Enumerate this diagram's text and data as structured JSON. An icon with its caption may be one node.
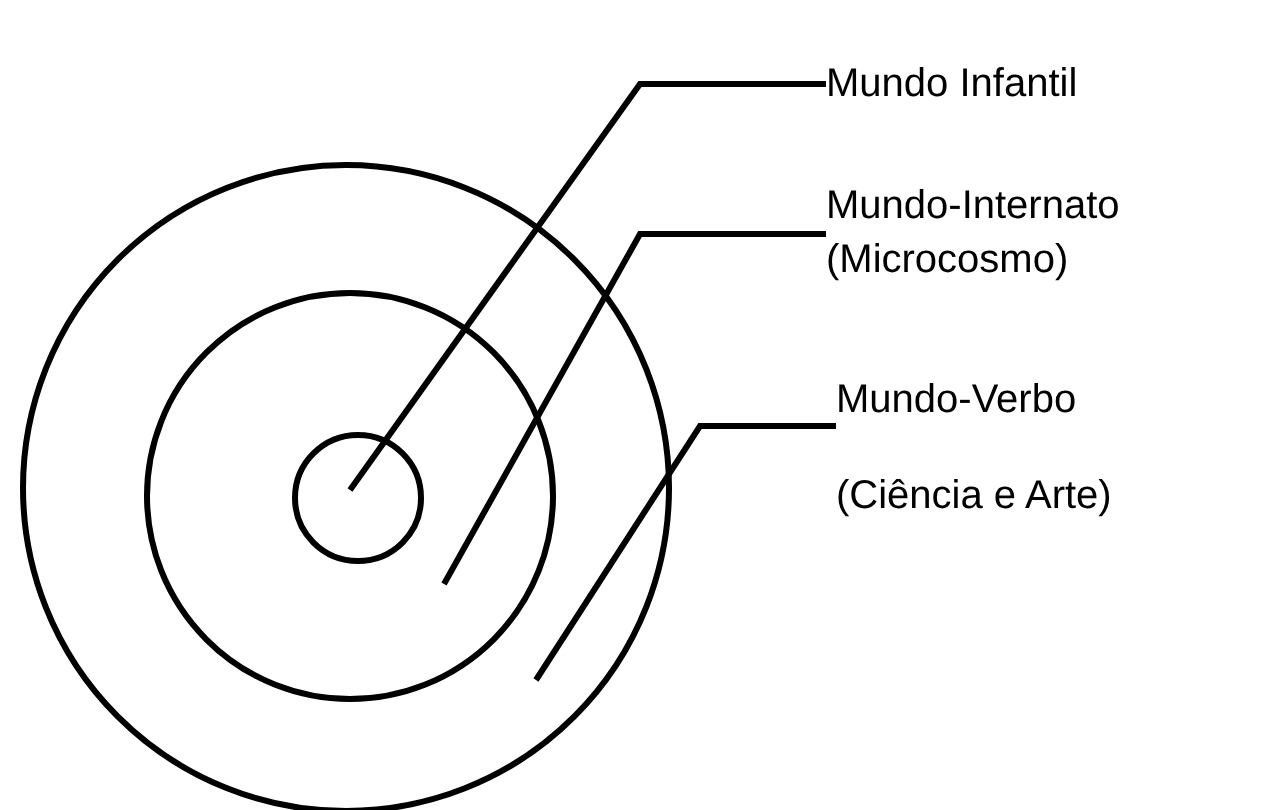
{
  "diagram": {
    "nodes": [
      {
        "text": [
          "Mundo Infantil"
        ]
      },
      {
        "text": [
          "Mundo-Internato (Microcosmo)"
        ]
      },
      {
        "text": [
          "Mundo-Verbo (Ciência e Arte)"
        ]
      },
      {
        "text": [],
        "shape": "circle"
      },
      {
        "text": [],
        "shape": "circle",
        "in": 3
      },
      {
        "text": [],
        "shape": "circle",
        "in": 4
      }
    ],
    "edges": [
      {
        "from": 0,
        "to": 5,
        "arrow": "none"
      },
      {
        "from": 1,
        "to": 4,
        "arrow": "none"
      },
      {
        "from": 2,
        "to": 3,
        "arrow": "none"
      }
    ]
  }
}
